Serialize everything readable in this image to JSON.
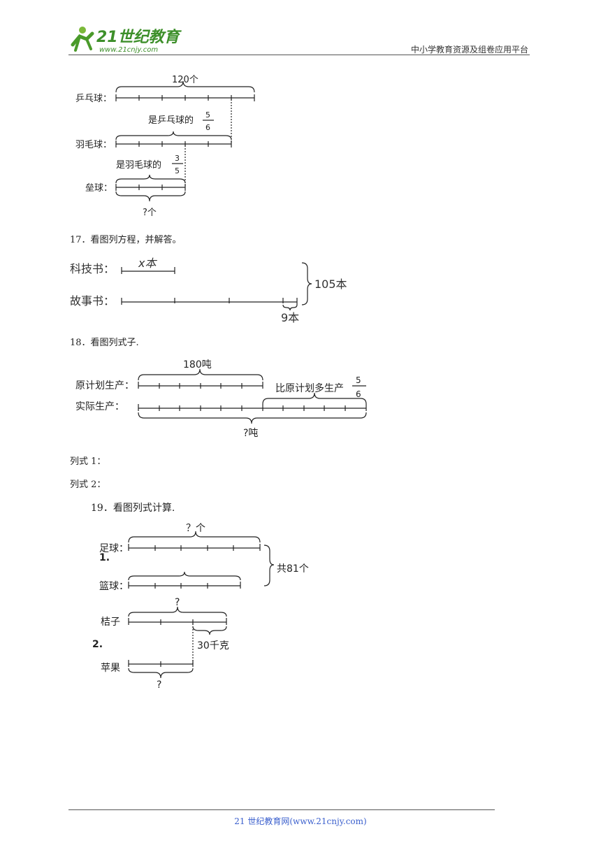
{
  "header": {
    "logo_text": "21世纪教育",
    "logo_sub": "www.21cnjy.com",
    "right_text": "中小学教育资源及组卷应用平台"
  },
  "diagram16": {
    "top_label": "120个",
    "row1": "乒乓球：",
    "note1": "是乒乓球的",
    "frac1": {
      "num": "5",
      "den": "6"
    },
    "row2": "羽毛球：",
    "note2": "是羽毛球的",
    "frac2": {
      "num": "3",
      "den": "5"
    },
    "row3": "垒球：",
    "bottom_label": "?个"
  },
  "q17": {
    "title": "17．看图列方程，并解答。",
    "row1": "科技书：",
    "x_label": "x本",
    "row2": "故事书：",
    "total": "105本",
    "diff": "9本"
  },
  "q18": {
    "title": "18．看图列式子.",
    "top_label": "180吨",
    "row1": "原计划生产：",
    "note": "比原计划多生产",
    "frac": {
      "num": "5",
      "den": "6"
    },
    "row2": "实际生产：",
    "bottom_label": "?吨",
    "answer1": "列式 1：",
    "answer2": "列式 2："
  },
  "q19": {
    "title": "19．看图列式计算.",
    "part1": {
      "num": "1.",
      "row1": "足球：",
      "top_label": "？个",
      "row2": "篮球：",
      "total": "共81个"
    },
    "part2": {
      "num": "2.",
      "row1": "桔子",
      "top_label": "?",
      "diff": "30千克",
      "row2": "苹果",
      "bottom_label": "?"
    }
  },
  "footer": {
    "text": "21 世纪教育网(www.21cnjy.com)"
  }
}
